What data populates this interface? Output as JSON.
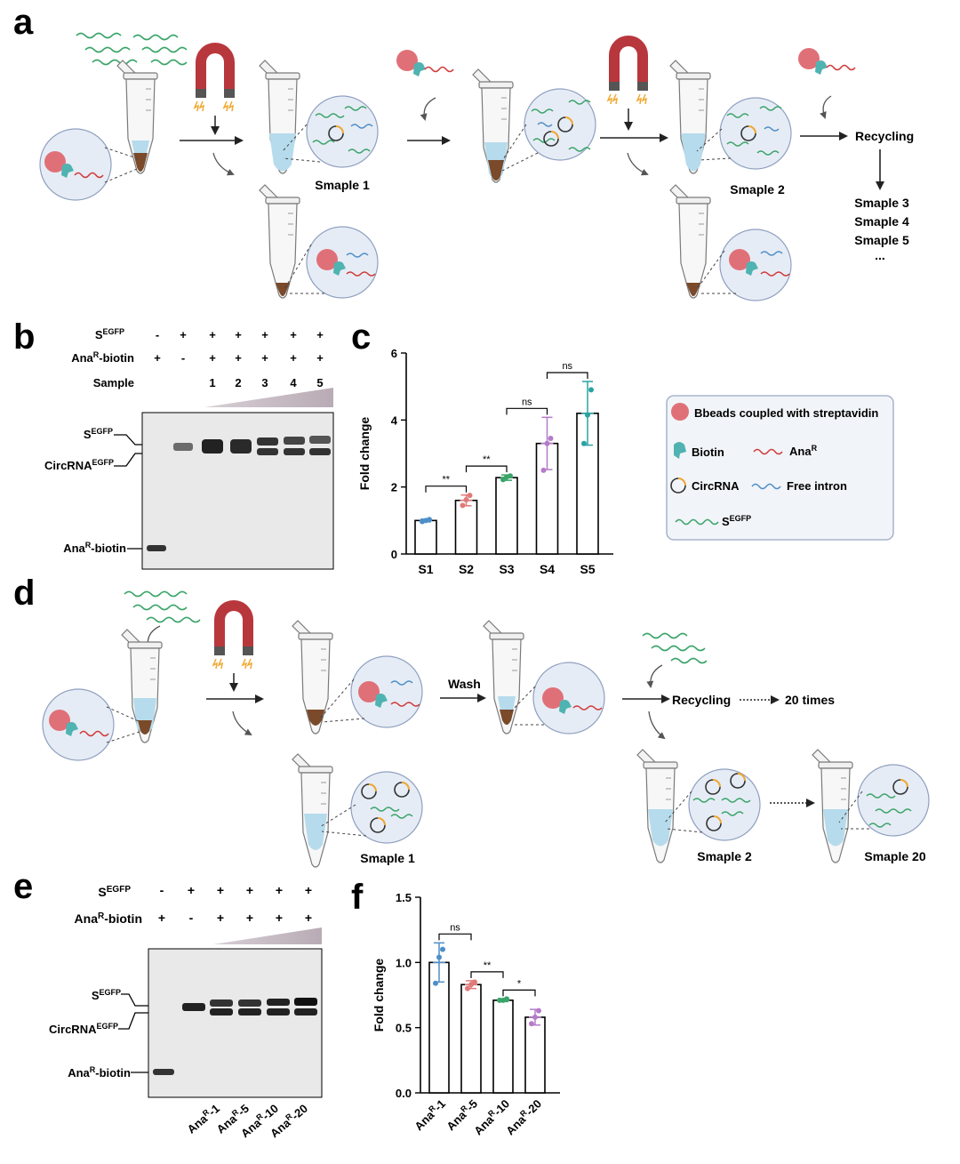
{
  "panels": {
    "a": "a",
    "b": "b",
    "c": "c",
    "d": "d",
    "e": "e",
    "f": "f"
  },
  "panel_a": {
    "sample1": "Smaple  1",
    "sample2": "Smaple  2",
    "recycling": "Recycling",
    "sample3": "Smaple  3",
    "sample4": "Smaple  4",
    "sample5": "Smaple  5",
    "ellipsis": "..."
  },
  "panel_b": {
    "row_segfp": "S",
    "sup_egfp": "EGFP",
    "row_ana": "Ana",
    "sup_r": "R",
    "row_ana_suffix": "-biotin",
    "row_sample": "Sample",
    "segfp_signs": [
      "-",
      "+",
      "+",
      "+",
      "+",
      "+",
      "+"
    ],
    "ana_signs": [
      "+",
      "-",
      "+",
      "+",
      "+",
      "+",
      "+"
    ],
    "sample_nums": [
      "1",
      "2",
      "3",
      "4",
      "5"
    ],
    "band_segfp": "S",
    "band_circ": "CircRNA",
    "band_ana": "Ana",
    "band_ana_suffix": "-biotin"
  },
  "legend": {
    "beads": "Bbeads coupled with streptavidin",
    "biotin": "Biotin",
    "ana": "Ana",
    "ana_sup": "R",
    "circ": "CircRNA",
    "intron": "Free intron",
    "segfp": "S",
    "segfp_sup": "EGFP"
  },
  "panel_d": {
    "wash": "Wash",
    "recycling": "Recycling",
    "times": "20 times",
    "sample1": "Smaple  1",
    "sample2": "Smaple  2",
    "sample20": "Smaple  20"
  },
  "panel_e": {
    "row_segfp": "S",
    "sup_egfp": "EGFP",
    "row_ana": "Ana",
    "sup_r": "R",
    "row_ana_suffix": "-biotin",
    "segfp_signs": [
      "-",
      "+",
      "+",
      "+",
      "+",
      "+"
    ],
    "ana_signs": [
      "+",
      "-",
      "+",
      "+",
      "+",
      "+"
    ],
    "lanes": [
      "Ana",
      "Ana",
      "Ana",
      "Ana"
    ],
    "lane_suffix": [
      "-1",
      "-5",
      "-10",
      "-20"
    ],
    "band_segfp": "S",
    "band_circ": "CircRNA",
    "band_ana": "Ana",
    "band_ana_suffix": "-biotin"
  },
  "colors": {
    "blue": "#4e8fc9",
    "red": "#e07a7a",
    "green": "#3aa469",
    "purple": "#b57bc9",
    "teal": "#2aa2a2",
    "bead": "#e07078",
    "biotin": "#4fb3b1",
    "legend_bg": "#f1f4f8",
    "legend_border": "#9aa9c4"
  },
  "chart_data": [
    {
      "type": "bar",
      "panel": "c",
      "ylabel": "Fold change",
      "categories": [
        "S1",
        "S2",
        "S3",
        "S4",
        "S5"
      ],
      "values": [
        1.0,
        1.6,
        2.28,
        3.3,
        4.2
      ],
      "errors": [
        0.04,
        0.16,
        0.08,
        0.78,
        0.95
      ],
      "points": [
        [
          0.97,
          1.0,
          1.03
        ],
        [
          1.45,
          1.62,
          1.75
        ],
        [
          2.22,
          2.3,
          2.33
        ],
        [
          2.5,
          3.3,
          3.45
        ],
        [
          3.3,
          4.15,
          4.9
        ]
      ],
      "point_colors": [
        "#4e8fc9",
        "#e07a7a",
        "#3aa469",
        "#b57bc9",
        "#2aa2a2"
      ],
      "ylim": [
        0,
        6
      ],
      "yticks": [
        0,
        2,
        4,
        6
      ],
      "ytick_labels": [
        "0",
        "2",
        "4",
        "6"
      ],
      "significance": [
        {
          "from": 0,
          "to": 1,
          "label": "**"
        },
        {
          "from": 1,
          "to": 2,
          "label": "**"
        },
        {
          "from": 2,
          "to": 3,
          "label": "ns"
        },
        {
          "from": 3,
          "to": 4,
          "label": "ns"
        }
      ]
    },
    {
      "type": "bar",
      "panel": "f",
      "ylabel": "Fold change",
      "categories": [
        "Ana",
        "Ana",
        "Ana",
        "Ana"
      ],
      "category_sup": "R",
      "category_suffix": [
        "-1",
        "-5",
        "-10",
        "-20"
      ],
      "values": [
        1.0,
        0.83,
        0.71,
        0.58
      ],
      "errors": [
        0.15,
        0.03,
        0.01,
        0.06
      ],
      "points": [
        [
          0.84,
          1.04,
          1.1
        ],
        [
          0.8,
          0.83,
          0.85
        ],
        [
          0.71,
          0.71,
          0.72
        ],
        [
          0.53,
          0.58,
          0.63
        ]
      ],
      "point_colors": [
        "#4e8fc9",
        "#e07a7a",
        "#3aa469",
        "#b57bc9"
      ],
      "ylim": [
        0,
        1.5
      ],
      "yticks": [
        0,
        0.5,
        1.0,
        1.5
      ],
      "ytick_labels": [
        "0.0",
        "0.5",
        "1.0",
        "1.5"
      ],
      "significance": [
        {
          "from": 0,
          "to": 1,
          "label": "ns"
        },
        {
          "from": 1,
          "to": 2,
          "label": "**"
        },
        {
          "from": 2,
          "to": 3,
          "label": "*"
        }
      ]
    }
  ]
}
